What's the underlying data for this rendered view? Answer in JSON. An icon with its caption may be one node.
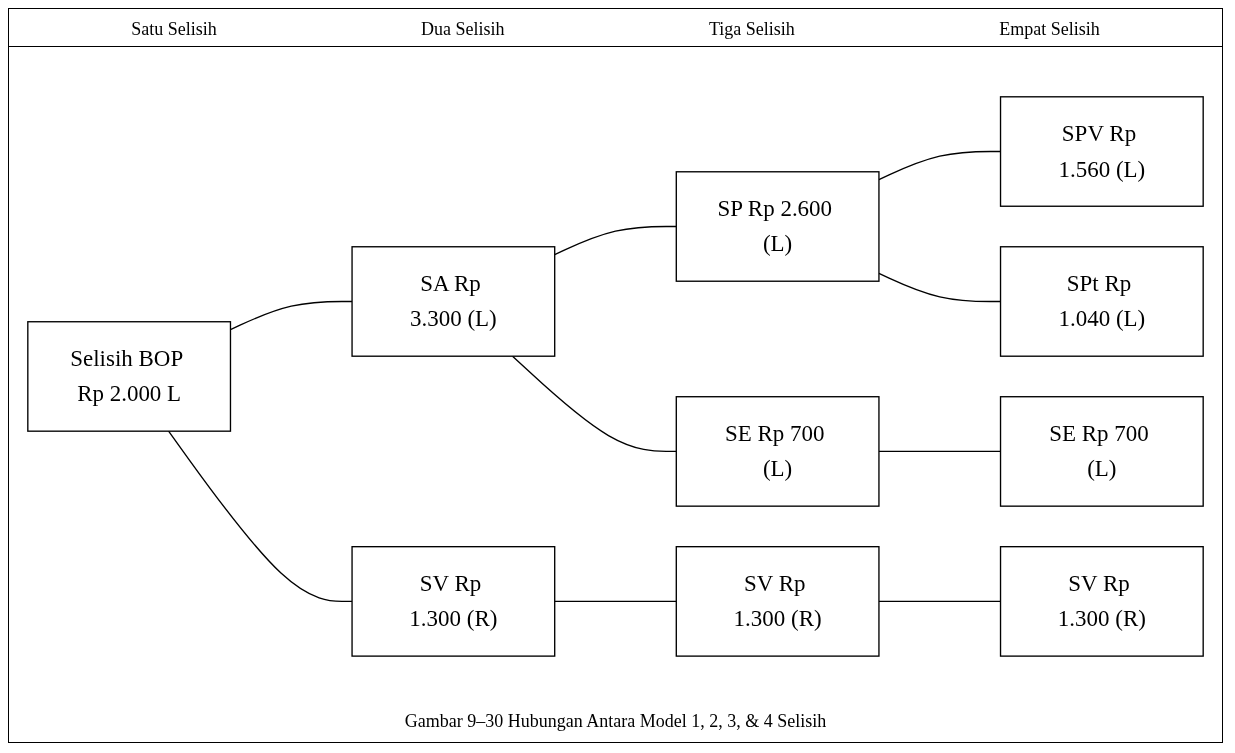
{
  "diagram": {
    "caption": "Gambar 9–30 Hubungan Antara Model 1, 2, 3, & 4 Selisih",
    "nodes": [
      {
        "text": [
          "Selisih BOP Rp 2.000 L"
        ]
      },
      {
        "text": [
          "SA Rp 3.300 (L)"
        ]
      },
      {
        "text": [
          "SV Rp 1.300 (R)"
        ]
      },
      {
        "text": [
          "SP Rp 2.600 (L)"
        ]
      },
      {
        "text": [
          "SE Rp 700 (L)"
        ]
      },
      {
        "text": [
          "SV Rp 1.300 (R)"
        ]
      },
      {
        "text": [
          "SPV Rp 1.560 (L)"
        ]
      },
      {
        "text": [
          "SPt Rp 1.040 (L)"
        ]
      },
      {
        "text": [
          "SE Rp 700 (L)"
        ]
      },
      {
        "text": [
          "SV Rp 1.300 (R)"
        ]
      }
    ],
    "edges": [
      {
        "from": 0,
        "to": 1,
        "arrow": "none"
      },
      {
        "from": 0,
        "to": 2,
        "arrow": "none"
      },
      {
        "from": 1,
        "to": 3,
        "arrow": "none"
      },
      {
        "from": 1,
        "to": 4,
        "arrow": "none"
      },
      {
        "from": 2,
        "to": 5,
        "arrow": "none"
      },
      {
        "from": 3,
        "to": 6,
        "arrow": "none"
      },
      {
        "from": 3,
        "to": 7,
        "arrow": "none"
      },
      {
        "from": 4,
        "to": 8,
        "arrow": "none"
      },
      {
        "from": 5,
        "to": 9,
        "arrow": "none"
      }
    ],
    "labels": [
      "Satu Selisih",
      "Dua Selisih",
      "Tiga Selisih",
      "Empat Selisih"
    ]
  }
}
